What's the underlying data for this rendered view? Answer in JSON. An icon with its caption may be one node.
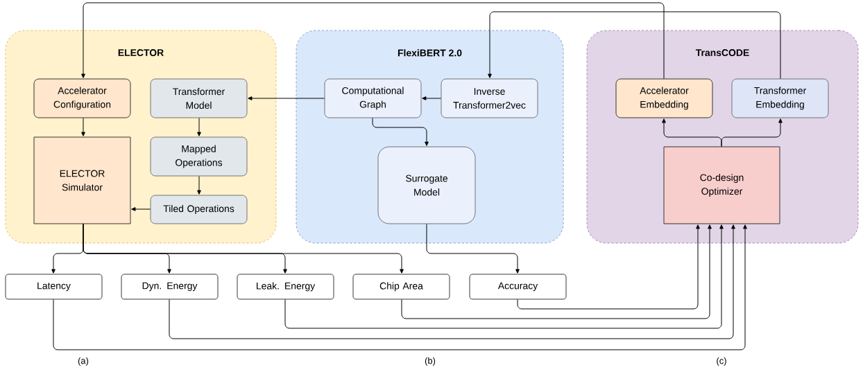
{
  "diagram": {
    "nodes": [
      {
        "text": [
          "ELECTOR"
        ]
      },
      {
        "text": [
          "Accelerator Configuration"
        ],
        "in": 0
      },
      {
        "text": [
          "Transformer Model"
        ],
        "in": 0
      },
      {
        "text": [
          "ELECTOR Simulator"
        ],
        "in": 0
      },
      {
        "text": [
          "Mapped Operations"
        ],
        "in": 0
      },
      {
        "text": [
          "Tiled Operations"
        ],
        "in": 0
      },
      {
        "text": [
          "FlexiBERT 2.0"
        ]
      },
      {
        "text": [
          "Computational Graph"
        ],
        "in": 6
      },
      {
        "text": [
          "Inverse Transformer2vec"
        ],
        "in": 6
      },
      {
        "text": [
          "Surrogate Model"
        ],
        "in": 6
      },
      {
        "text": [
          "TransCODE"
        ]
      },
      {
        "text": [
          "Accelerator Embedding"
        ],
        "in": 10
      },
      {
        "text": [
          "Transformer Embedding"
        ],
        "in": 10
      },
      {
        "text": [
          "Co-design Optimizer"
        ],
        "in": 10
      },
      {
        "text": [
          "Latency"
        ]
      },
      {
        "text": [
          "Dyn. Energy"
        ]
      },
      {
        "text": [
          "Leak. Energy"
        ]
      },
      {
        "text": [
          "Chip Area"
        ]
      },
      {
        "text": [
          "Accuracy"
        ]
      }
    ],
    "edges": [
      {
        "from": 11,
        "to": 1,
        "arrow": "to"
      },
      {
        "from": 12,
        "to": 8,
        "arrow": "to"
      },
      {
        "from": 8,
        "to": 7,
        "arrow": "to"
      },
      {
        "from": 7,
        "to": 2,
        "arrow": "to"
      },
      {
        "from": 7,
        "to": 9,
        "arrow": "to"
      },
      {
        "from": 1,
        "to": 3,
        "arrow": "to"
      },
      {
        "from": 2,
        "to": 4,
        "arrow": "to"
      },
      {
        "from": 4,
        "to": 5,
        "arrow": "to"
      },
      {
        "from": 5,
        "to": 3,
        "arrow": "to"
      },
      {
        "from": 3,
        "to": 14,
        "arrow": "to"
      },
      {
        "from": 3,
        "to": 15,
        "arrow": "to"
      },
      {
        "from": 3,
        "to": 16,
        "arrow": "to"
      },
      {
        "from": 3,
        "to": 17,
        "arrow": "to"
      },
      {
        "from": 9,
        "to": 18,
        "arrow": "to"
      },
      {
        "from": 13,
        "to": 11,
        "arrow": "to"
      },
      {
        "from": 13,
        "to": 12,
        "arrow": "to"
      },
      {
        "from": 18,
        "to": 13,
        "arrow": "to"
      },
      {
        "from": 17,
        "to": 13,
        "arrow": "to"
      },
      {
        "from": 16,
        "to": 13,
        "arrow": "to"
      },
      {
        "from": 15,
        "to": 13,
        "arrow": "to"
      },
      {
        "from": 14,
        "to": 13,
        "arrow": "to"
      }
    ],
    "labels": [
      "(a)",
      "(b)",
      "(c)"
    ]
  }
}
